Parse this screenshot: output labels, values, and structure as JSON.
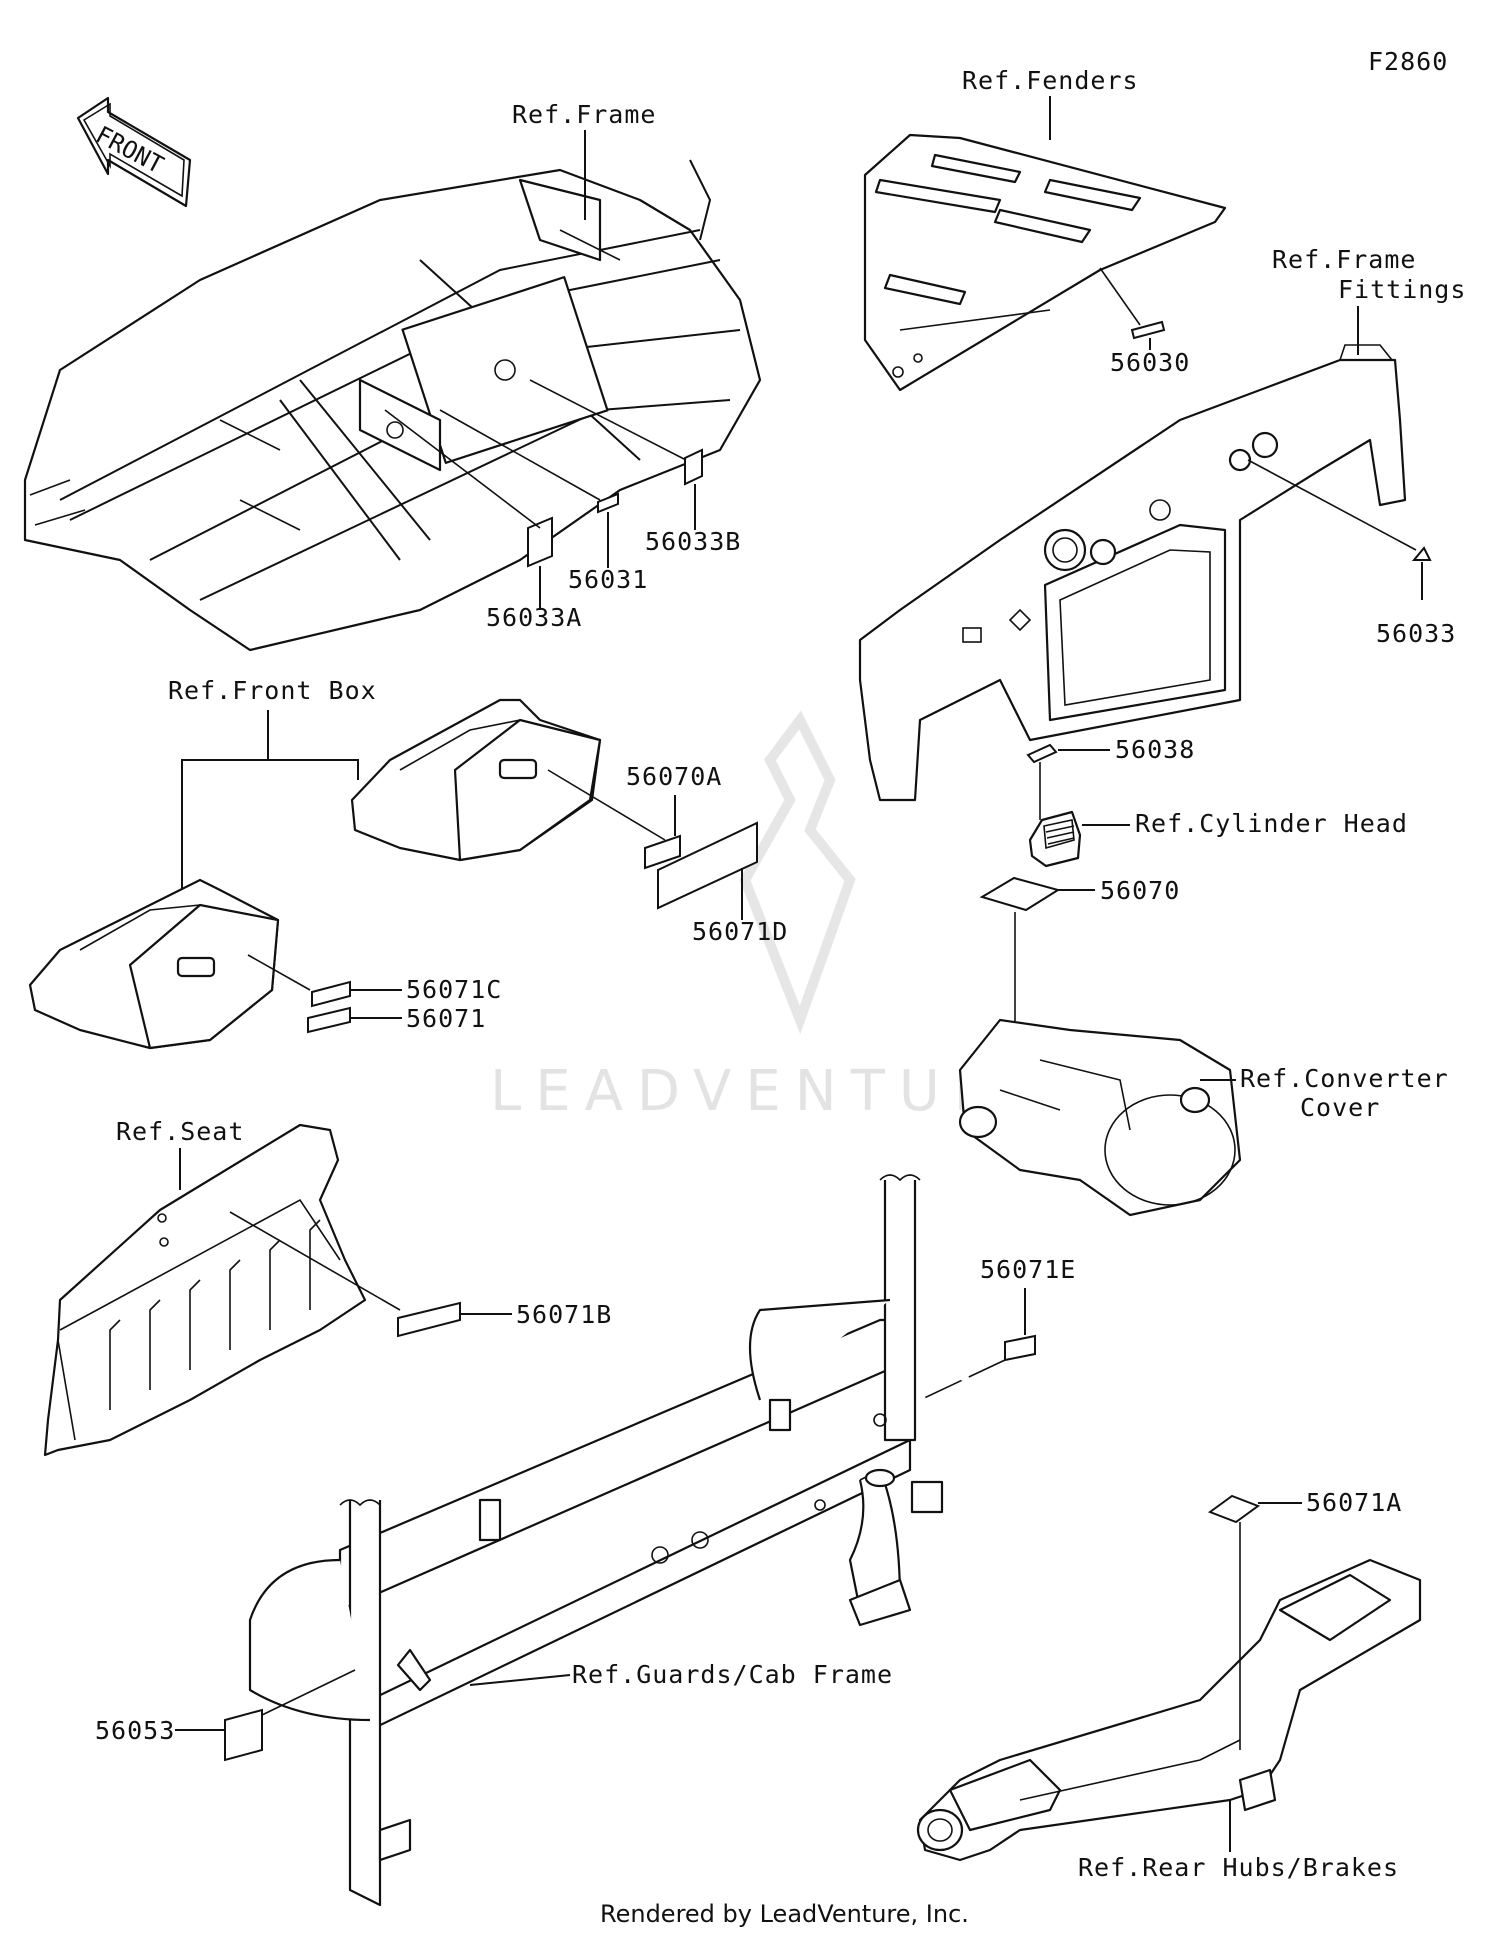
{
  "diagram_id": "F2860",
  "front_arrow_label": "FRONT",
  "watermark": "LEADVENTURE",
  "footer": "Rendered by LeadVenture, Inc.",
  "labels": {
    "ref_frame": "Ref.Frame",
    "ref_fenders": "Ref.Fenders",
    "ref_frame_fittings_1": "Ref.Frame",
    "ref_frame_fittings_2": "Fittings",
    "ref_front_box": "Ref.Front Box",
    "ref_cylinder_head": "Ref.Cylinder Head",
    "ref_converter_cover_1": "Ref.Converter",
    "ref_converter_cover_2": "Cover",
    "ref_seat": "Ref.Seat",
    "ref_guards_cab_frame": "Ref.Guards/Cab Frame",
    "ref_rear_hubs_brakes": "Ref.Rear Hubs/Brakes"
  },
  "parts": {
    "p56030": "56030",
    "p56033": "56033",
    "p56033A": "56033A",
    "p56031": "56031",
    "p56033B": "56033B",
    "p56038": "56038",
    "p56070A": "56070A",
    "p56071D": "56071D",
    "p56070": "56070",
    "p56071C": "56071C",
    "p56071": "56071",
    "p56071B": "56071B",
    "p56071E": "56071E",
    "p56071A": "56071A",
    "p56053": "56053"
  }
}
